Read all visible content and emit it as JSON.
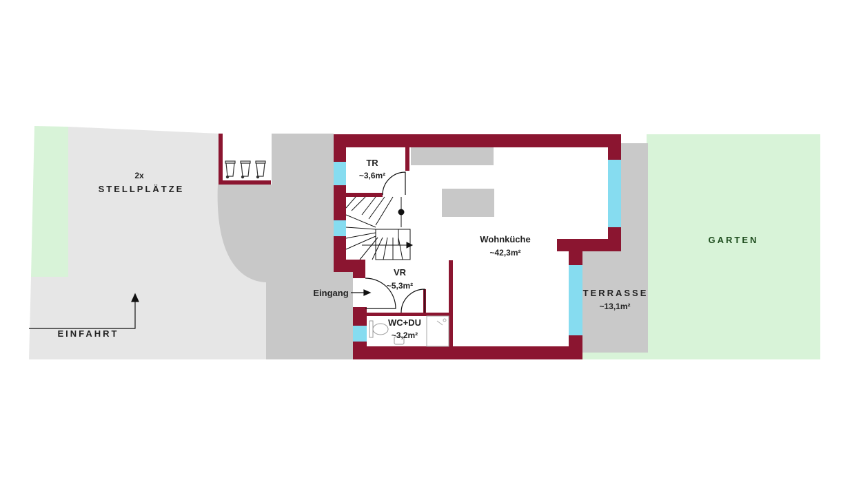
{
  "colors": {
    "wall": "#8b1530",
    "window": "#86dcf0",
    "garden": "#d8f3d8",
    "paving_light": "#e6e6e6",
    "paving_dark": "#c8c8c8",
    "terrace": "#c9c9c9",
    "line": "#111111",
    "text_dark": "#222222",
    "text_garden": "#1e4d1e"
  },
  "labels": {
    "parking_count": "2x",
    "parking": "STELLPLÄTZE",
    "driveway": "EINFAHRT",
    "tr_name": "TR",
    "tr_area": "~3,6m²",
    "kitchen_name": "Wohnküche",
    "kitchen_area": "~42,3m²",
    "vr_name": "VR",
    "vr_area": "~5,3m²",
    "entrance": "Eingang",
    "wc_name": "WC+DU",
    "wc_area": "~3,2m²",
    "terrace_name": "TERRASSE",
    "terrace_area": "~13,1m²",
    "garden": "GARTEN"
  },
  "icons": {
    "bins": [
      "trash-bin-icon",
      "trash-bin-icon",
      "trash-bin-icon"
    ],
    "toilet": "toilet-icon",
    "shower": "shower-icon"
  }
}
